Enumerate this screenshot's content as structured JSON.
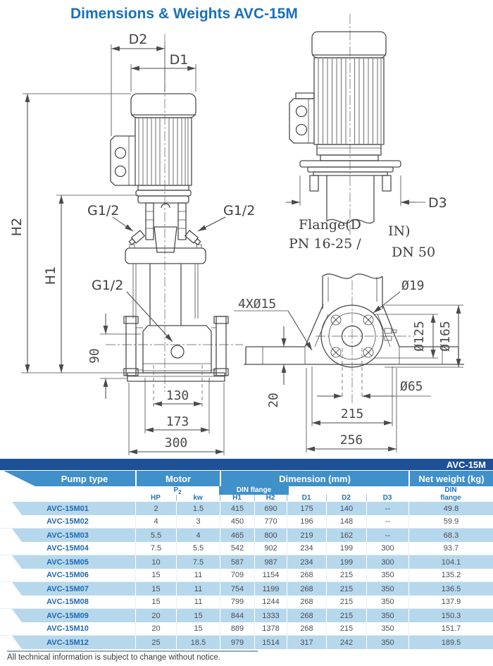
{
  "title": "Dimensions & Weights AVC-15M",
  "drawing": {
    "labels": {
      "d2": "D2",
      "d1": "D1",
      "h2": "H2",
      "h1": "H1",
      "g12_left": "G1/2",
      "g12_right": "G1/2",
      "g12_mid": "G1/2",
      "dim90": "90",
      "dim130": "130",
      "dim173": "173",
      "dim300": "300",
      "d3": "D3",
      "flange_note_1a": "Flange(D",
      "flange_note_1b": "IN)",
      "flange_note_2a": "PN 16-25 /",
      "flange_note_2b": "DN 50",
      "bolt_note": "4XØ15",
      "dia19": "Ø19",
      "dia125": "Ø125",
      "dia165": "Ø165",
      "dia65": "Ø65",
      "dim20": "20",
      "dim215": "215",
      "dim256": "256"
    }
  },
  "table": {
    "series_label": "AVC-15M",
    "header": {
      "pump_type": "Pump type",
      "motor": "Motor",
      "dimension": "Dimension (mm)",
      "net_weight": "Net weight (kg)",
      "p2_base": "P",
      "p2_sub": "2",
      "din_flange": "DIN flange",
      "din": "DIN",
      "flange": "flange",
      "hp": "HP",
      "kw": "kw",
      "h1": "H1",
      "h2": "H2",
      "d1": "D1",
      "d2": "D2",
      "d3": "D3"
    },
    "rows": [
      {
        "type": "AVC-15M01",
        "hp": "2",
        "kw": "1.5",
        "h1": "415",
        "h2": "690",
        "d1": "175",
        "d2": "140",
        "d3": "--",
        "weight": "49.8"
      },
      {
        "type": "AVC-15M02",
        "hp": "4",
        "kw": "3",
        "h1": "450",
        "h2": "770",
        "d1": "196",
        "d2": "148",
        "d3": "--",
        "weight": "59.9"
      },
      {
        "type": "AVC-15M03",
        "hp": "5.5",
        "kw": "4",
        "h1": "465",
        "h2": "800",
        "d1": "219",
        "d2": "162",
        "d3": "--",
        "weight": "68.3"
      },
      {
        "type": "AVC-15M04",
        "hp": "7.5",
        "kw": "5.5",
        "h1": "542",
        "h2": "902",
        "d1": "234",
        "d2": "199",
        "d3": "300",
        "weight": "93.7"
      },
      {
        "type": "AVC-15M05",
        "hp": "10",
        "kw": "7.5",
        "h1": "587",
        "h2": "987",
        "d1": "234",
        "d2": "199",
        "d3": "300",
        "weight": "104.1"
      },
      {
        "type": "AVC-15M06",
        "hp": "15",
        "kw": "11",
        "h1": "709",
        "h2": "1154",
        "d1": "268",
        "d2": "215",
        "d3": "350",
        "weight": "135.2"
      },
      {
        "type": "AVC-15M07",
        "hp": "15",
        "kw": "11",
        "h1": "754",
        "h2": "1199",
        "d1": "268",
        "d2": "215",
        "d3": "350",
        "weight": "136.5"
      },
      {
        "type": "AVC-15M08",
        "hp": "15",
        "kw": "11",
        "h1": "799",
        "h2": "1244",
        "d1": "268",
        "d2": "215",
        "d3": "350",
        "weight": "137.9"
      },
      {
        "type": "AVC-15M09",
        "hp": "20",
        "kw": "15",
        "h1": "844",
        "h2": "1333",
        "d1": "268",
        "d2": "215",
        "d3": "350",
        "weight": "150.3"
      },
      {
        "type": "AVC-15M10",
        "hp": "20",
        "kw": "15",
        "h1": "889",
        "h2": "1378",
        "d1": "268",
        "d2": "215",
        "d3": "350",
        "weight": "151.7"
      },
      {
        "type": "AVC-15M12",
        "hp": "25",
        "kw": "18.5",
        "h1": "979",
        "h2": "1514",
        "d1": "317",
        "d2": "242",
        "d3": "350",
        "weight": "189.5"
      }
    ]
  },
  "footer": {
    "note": "All technical information is subject to change without notice."
  }
}
